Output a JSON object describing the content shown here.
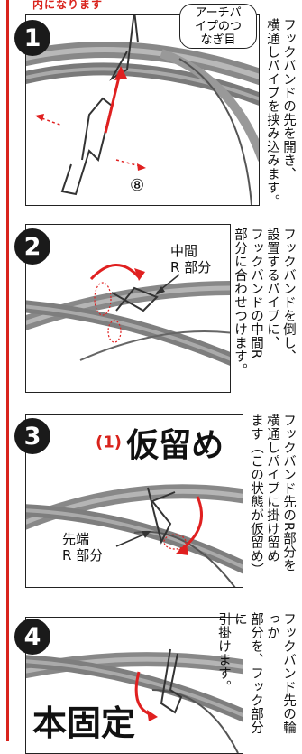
{
  "top_note": "内になります",
  "steps": [
    {
      "number": "1",
      "callout": "アーチパイプのつなぎ目",
      "marker": "⑧",
      "instruction_lines": [
        "フックバンドの先を開き、",
        "横通しパイプを挟み込みます。"
      ]
    },
    {
      "number": "2",
      "label": [
        "中間",
        "R 部分"
      ],
      "instruction_lines": [
        "フックバンドを倒し、",
        "設置するパイプに、",
        "フックバンドの中間R",
        "部分に合わせつけます。"
      ]
    },
    {
      "number": "3",
      "title_prefix": "(1)",
      "title": "仮留め",
      "label": [
        "先端",
        "R 部分"
      ],
      "instruction_lines": [
        "フックバンド先のR部分を",
        "横通しパイプに掛け留め",
        "ます（この状態が仮留め）"
      ]
    },
    {
      "number": "4",
      "title": "本固定",
      "instruction_lines": [
        "フックバンド先の輪っか",
        "部分を、フック部分に",
        "引掛けます。"
      ]
    }
  ],
  "colors": {
    "accent_red": "#d9231c",
    "pipe_gray": "#8a8a8a",
    "badge": "#1a1a1a"
  }
}
